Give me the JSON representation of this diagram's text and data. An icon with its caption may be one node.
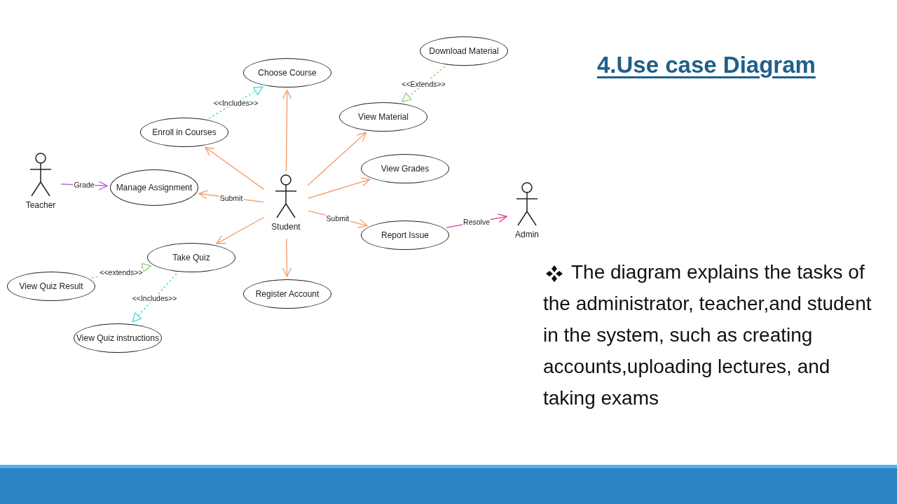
{
  "diagram": {
    "title": "4.Use case Diagram",
    "nodes": [
      {
        "text": [
          "Choose Course"
        ]
      },
      {
        "text": [
          "Download Material"
        ]
      },
      {
        "text": [
          "View Material"
        ]
      },
      {
        "text": [
          "Enroll in Courses"
        ]
      },
      {
        "text": [
          "View Grades"
        ]
      },
      {
        "text": [
          "Teacher"
        ]
      },
      {
        "text": [
          "Manage Assignment"
        ]
      },
      {
        "text": [
          "Student"
        ]
      },
      {
        "text": [
          "Report Issue"
        ]
      },
      {
        "text": [
          "Admin"
        ]
      },
      {
        "text": [
          "Take Quiz"
        ]
      },
      {
        "text": [
          "View Quiz Result"
        ]
      },
      {
        "text": [
          "Register Account"
        ]
      },
      {
        "text": [
          "View Quiz instructions"
        ]
      }
    ],
    "edges": [
      {
        "from": 3,
        "to": 0,
        "arrow": "to",
        "label": "<<Includes>>",
        "style": "dashed",
        "color": "#40e0e0"
      },
      {
        "from": 1,
        "to": 2,
        "arrow": "to",
        "label": "<<Extends>>",
        "style": "dashed",
        "color": "#8fd17a"
      },
      {
        "from": 7,
        "to": 0,
        "arrow": "to"
      },
      {
        "from": 7,
        "to": 3,
        "arrow": "to"
      },
      {
        "from": 7,
        "to": 2,
        "arrow": "to"
      },
      {
        "from": 7,
        "to": 4,
        "arrow": "to"
      },
      {
        "from": 5,
        "to": 6,
        "arrow": "to",
        "label": "Grade",
        "color": "#b36ae8"
      },
      {
        "from": 7,
        "to": 6,
        "arrow": "to",
        "label": "Submit"
      },
      {
        "from": 7,
        "to": 8,
        "arrow": "to",
        "label": "Submit"
      },
      {
        "from": 8,
        "to": 9,
        "arrow": "to",
        "label": "Resolve",
        "color": "#e8399a"
      },
      {
        "from": 7,
        "to": 10,
        "arrow": "to"
      },
      {
        "from": 7,
        "to": 12,
        "arrow": "to"
      },
      {
        "from": 11,
        "to": 10,
        "arrow": "to",
        "label": "<<extends>>",
        "style": "dashed",
        "color": "#8fd17a"
      },
      {
        "from": 10,
        "to": 13,
        "arrow": "to",
        "label": "<<Includes>>",
        "style": "dashed",
        "color": "#40e0e0"
      }
    ],
    "labels": [
      "The diagram explains the tasks of the administrator, teacher,and student in the system, such as creating accounts,uploading lectures, and taking exams"
    ]
  }
}
